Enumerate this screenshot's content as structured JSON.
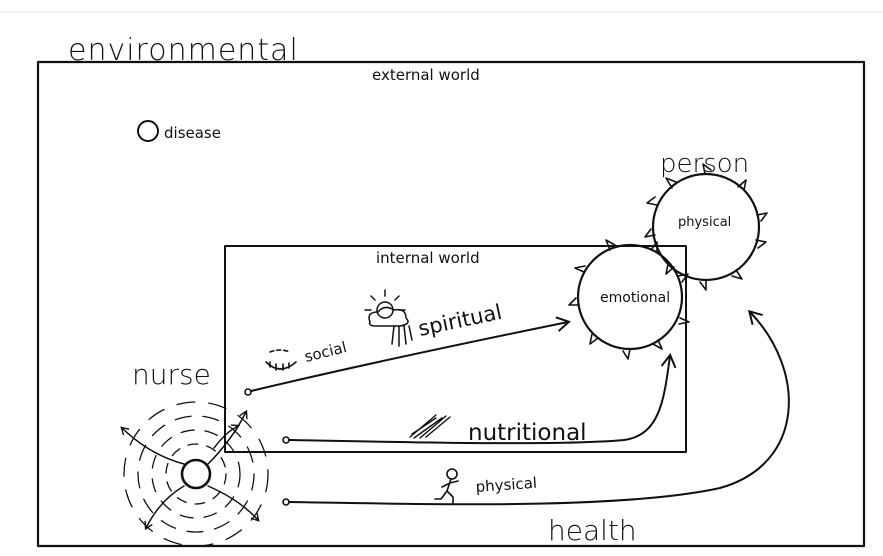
{
  "labels": {
    "environmental": "environmental",
    "external_world": "external world",
    "disease": "disease",
    "person": "person",
    "physical_person": "physical",
    "internal_world": "internal world",
    "emotional": "emotional",
    "social": "social",
    "spiritual": "spiritual",
    "nurse": "nurse",
    "nutritional": "nutritional",
    "physical_path": "physical",
    "health": "health"
  }
}
